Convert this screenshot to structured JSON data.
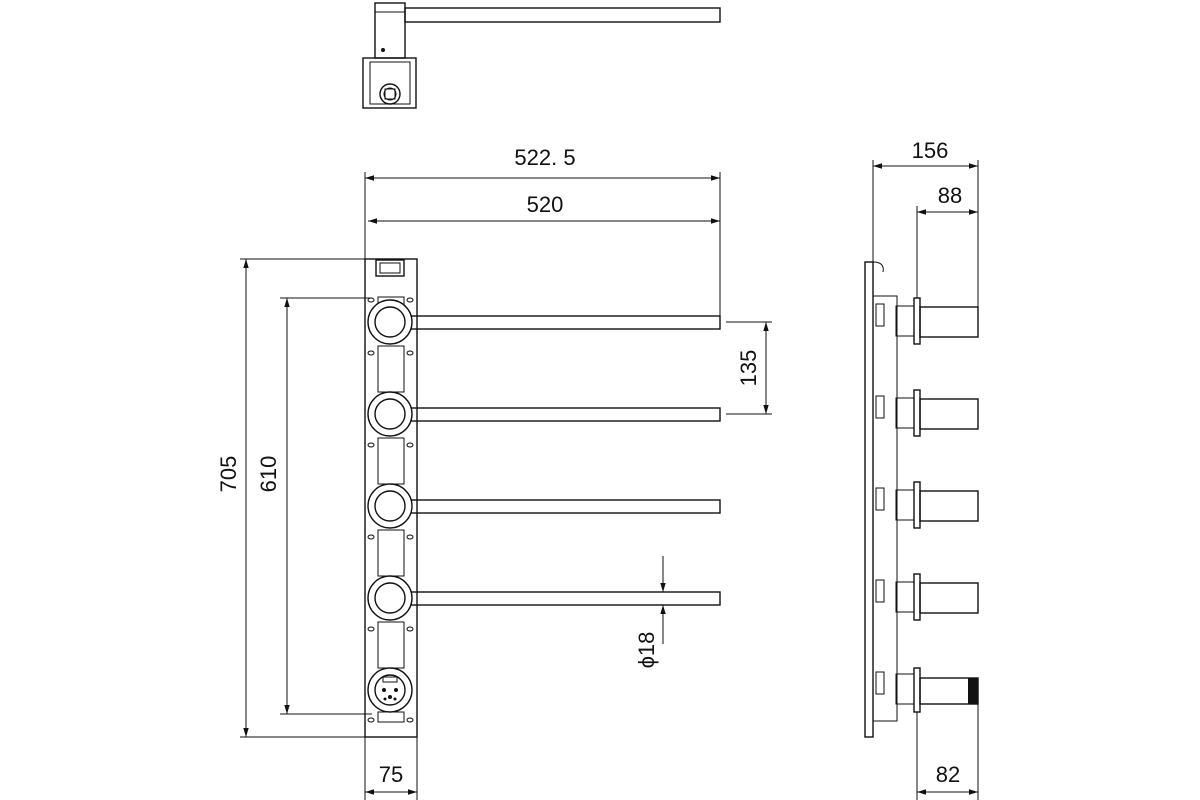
{
  "drawing": {
    "dimensions": {
      "overall_width": "522. 5",
      "bar_length": "520",
      "arm_spacing": "135",
      "total_height": "705",
      "mount_spacing": "610",
      "rail_width": "75",
      "tube_diameter": "ϕ18",
      "side_depth": "156",
      "side_arm_depth": "88",
      "side_base_depth": "82"
    }
  }
}
